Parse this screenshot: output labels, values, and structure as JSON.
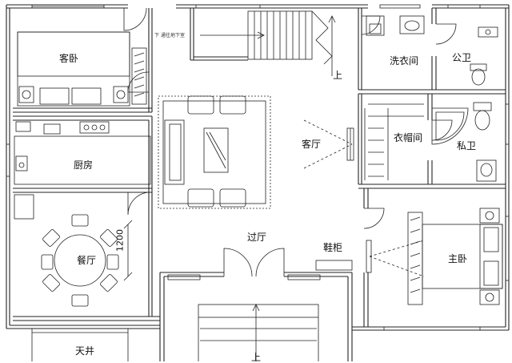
{
  "watermark": "",
  "rooms": {
    "guest_bedroom": "客卧",
    "kitchen": "厨房",
    "dining": "餐厅",
    "living": "客厅",
    "hall": "过厅",
    "laundry": "洗衣间",
    "public_wc": "公卫",
    "closet": "衣帽间",
    "private_wc": "私卫",
    "master_bedroom": "主卧",
    "shoe_cabinet": "鞋柜",
    "light_well": "天井"
  },
  "annotations": {
    "stair_note": "下  通往地下室",
    "up_main": "上",
    "up_entry": "上",
    "dining_dim": "1200"
  },
  "colors": {
    "line": "#222222",
    "wall_fill": "#ffffff",
    "furniture": "#333333"
  }
}
